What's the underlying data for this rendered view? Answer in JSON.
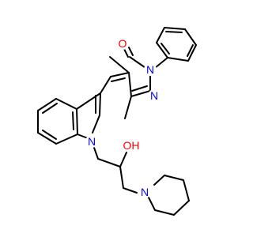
{
  "molecule": {
    "atoms": [
      {
        "id": "O_keto",
        "element": "O",
        "label": "O",
        "color": "#ff0000"
      },
      {
        "id": "N1",
        "element": "N",
        "label": "N",
        "color": "#0000ff"
      },
      {
        "id": "N2",
        "element": "N",
        "label": "N",
        "color": "#0000ff"
      },
      {
        "id": "N_indole",
        "element": "N",
        "label": "N",
        "color": "#0000ff"
      },
      {
        "id": "OH",
        "element": "O",
        "label": "OH",
        "color": "#ff0000"
      },
      {
        "id": "N_pip",
        "element": "N",
        "label": "N",
        "color": "#0000ff"
      }
    ],
    "bond_color": "#000000"
  }
}
